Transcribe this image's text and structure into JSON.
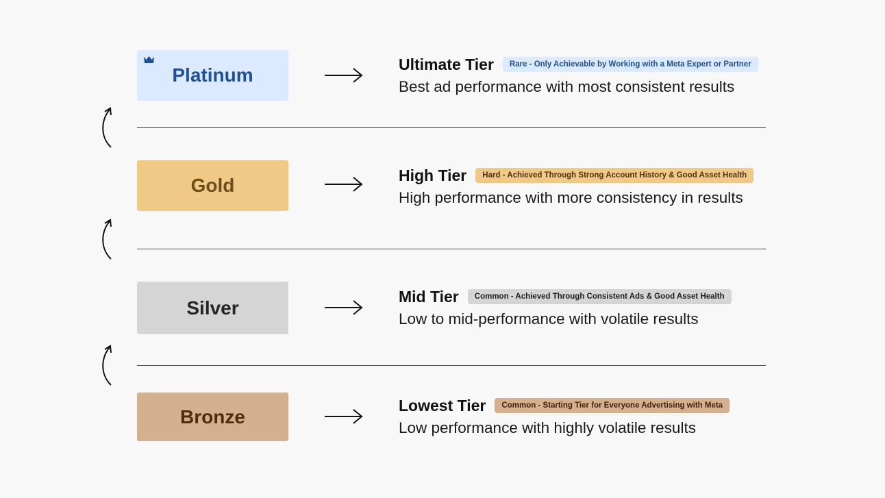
{
  "colors": {
    "platinum": "#dbeafe",
    "platinum_text": "#1e4f9c",
    "gold": "#f0c987",
    "gold_text": "#6b4f1b",
    "silver": "#d5d5d5",
    "silver_text": "#252525",
    "bronze": "#d5b08e",
    "bronze_text": "#4f2c0d",
    "background": "#f8f8f8"
  },
  "icons": {
    "crown": "crown-icon",
    "right_arrow": "right-arrow-icon",
    "up_arrow": "curved-up-arrow-icon"
  },
  "tiers": [
    {
      "badge": "Platinum",
      "name": "Ultimate Tier",
      "tag": "Rare - Only Achievable by Working with a Meta Expert or Partner",
      "description": "Best ad performance with most consistent results"
    },
    {
      "badge": "Gold",
      "name": "High Tier",
      "tag": "Hard - Achieved Through Strong Account History & Good Asset Health",
      "description": "High performance with more consistency in results"
    },
    {
      "badge": "Silver",
      "name": "Mid Tier",
      "tag": "Common - Achieved Through Consistent Ads & Good Asset Health",
      "description": "Low to mid-performance with volatile results"
    },
    {
      "badge": "Bronze",
      "name": "Lowest Tier",
      "tag": "Common - Starting Tier for Everyone Advertising with Meta",
      "description": "Low performance with highly volatile results"
    }
  ]
}
